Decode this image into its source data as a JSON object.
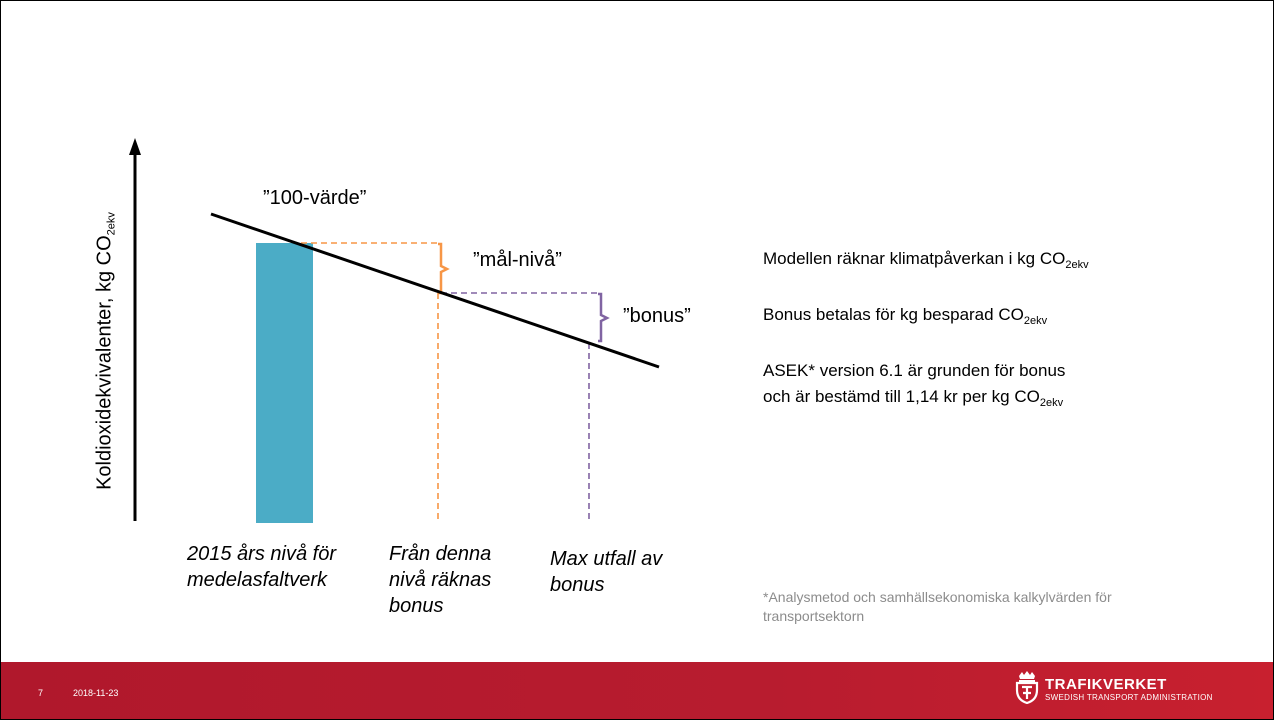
{
  "slide": {
    "axis_label": "Koldioxidekvivalenter, kg CO",
    "axis_label_sub": "2ekv",
    "label_100": "”100-värde”",
    "label_goal": "”mål-nivå”",
    "label_bonus": "”bonus”",
    "caption_1": "2015 års nivå för medelasfaltverk",
    "caption_2": "Från denna nivå räknas bonus",
    "caption_3": "Max utfall av bonus",
    "info_1": "Modellen räknar klimatpåverkan i kg CO",
    "info_2": "Bonus betalas för kg besparad CO",
    "info_3a": "ASEK* version 6.1 är grunden för bonus",
    "info_3b": "och är bestämd till 1,14 kr per kg CO",
    "co2_sub": "2ekv",
    "footnote": "*Analysmetod och samhällsekonomiska kalkylvärden för transportsektorn"
  },
  "footer": {
    "page_number": "7",
    "date": "2018-11-23",
    "brand": "TRAFIKVERKET",
    "brand_sub": "SWEDISH TRANSPORT ADMINISTRATION"
  },
  "colors": {
    "bar": "#4bacc6",
    "goal_line": "#f79646",
    "bonus_line": "#8064a2",
    "footer": "#b81c2f"
  }
}
